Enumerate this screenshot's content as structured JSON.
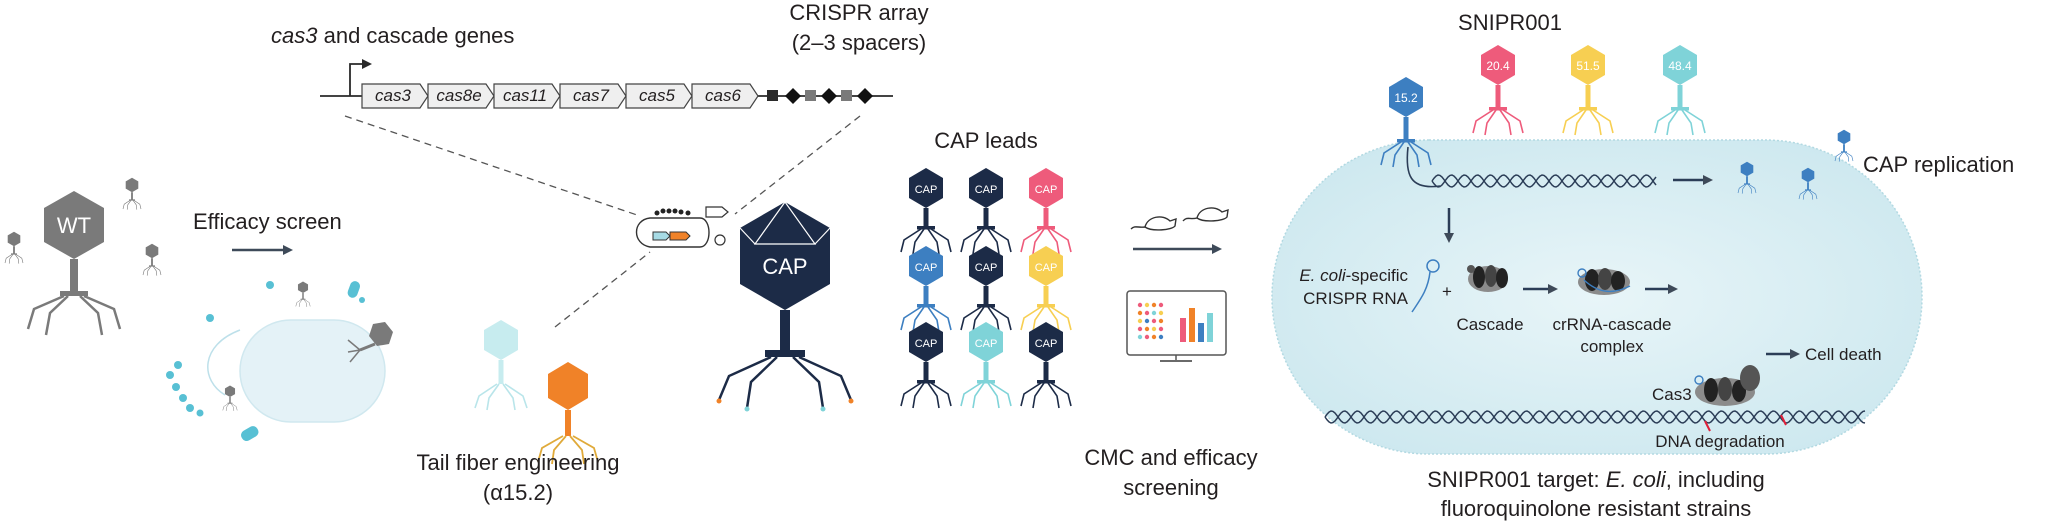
{
  "colors": {
    "navy": "#1c2b47",
    "pink": "#ee5b7b",
    "yellow": "#f7cf52",
    "teal": "#7fd3d8",
    "blue": "#3d7fc1",
    "orange": "#f08228",
    "gray": "#7a7a7a",
    "cell_fill": "#d7edf3",
    "cell_stroke": "#a9d5df",
    "arrow": "#3e4a59"
  },
  "phage_wt": {
    "label": "WT"
  },
  "efficacy": {
    "label": "Efficacy screen"
  },
  "genes": {
    "title_italic": "cas3",
    "title_rest": " and cascade genes",
    "items": [
      "cas3",
      "cas8e",
      "cas11",
      "cas7",
      "cas5",
      "cas6"
    ]
  },
  "crispr_array": {
    "line1": "CRISPR array",
    "line2": "(2–3 spacers)"
  },
  "cap_center": {
    "label": "CAP"
  },
  "tail_fiber": {
    "line1": "Tail fiber engineering",
    "line2": "(α15.2)"
  },
  "cap_leads": {
    "title": "CAP leads",
    "grid": [
      {
        "label": "CAP",
        "color": "navy"
      },
      {
        "label": "CAP",
        "color": "navy"
      },
      {
        "label": "CAP",
        "color": "pink"
      },
      {
        "label": "CAP",
        "color": "blue"
      },
      {
        "label": "CAP",
        "color": "navy"
      },
      {
        "label": "CAP",
        "color": "yellow"
      },
      {
        "label": "CAP",
        "color": "navy"
      },
      {
        "label": "CAP",
        "color": "teal"
      },
      {
        "label": "CAP",
        "color": "navy"
      }
    ]
  },
  "cmc": {
    "line1": "CMC and efficacy",
    "line2": "screening"
  },
  "snipr": {
    "title": "SNIPR001",
    "phages": [
      {
        "label": "15.2",
        "color": "blue"
      },
      {
        "label": "20.4",
        "color": "pink"
      },
      {
        "label": "51.5",
        "color": "yellow"
      },
      {
        "label": "48.4",
        "color": "teal"
      }
    ]
  },
  "cap_replication": {
    "label": "CAP replication"
  },
  "crrna": {
    "line1_italic": "E. coli",
    "line1_rest": "-specific",
    "line2": "CRISPR RNA"
  },
  "plus": "+",
  "cascade": {
    "label": "Cascade"
  },
  "complex": {
    "line1": "crRNA-cascade",
    "line2": "complex"
  },
  "cell_death": {
    "label": "Cell death"
  },
  "cas3_protein": {
    "label": "Cas3"
  },
  "dna_degradation": {
    "label": "DNA degradation"
  },
  "target": {
    "line1_prefix": "SNIPR001 target: ",
    "line1_italic": "E. coli",
    "line1_suffix": ", including",
    "line2": "fluoroquinolone resistant strains"
  }
}
